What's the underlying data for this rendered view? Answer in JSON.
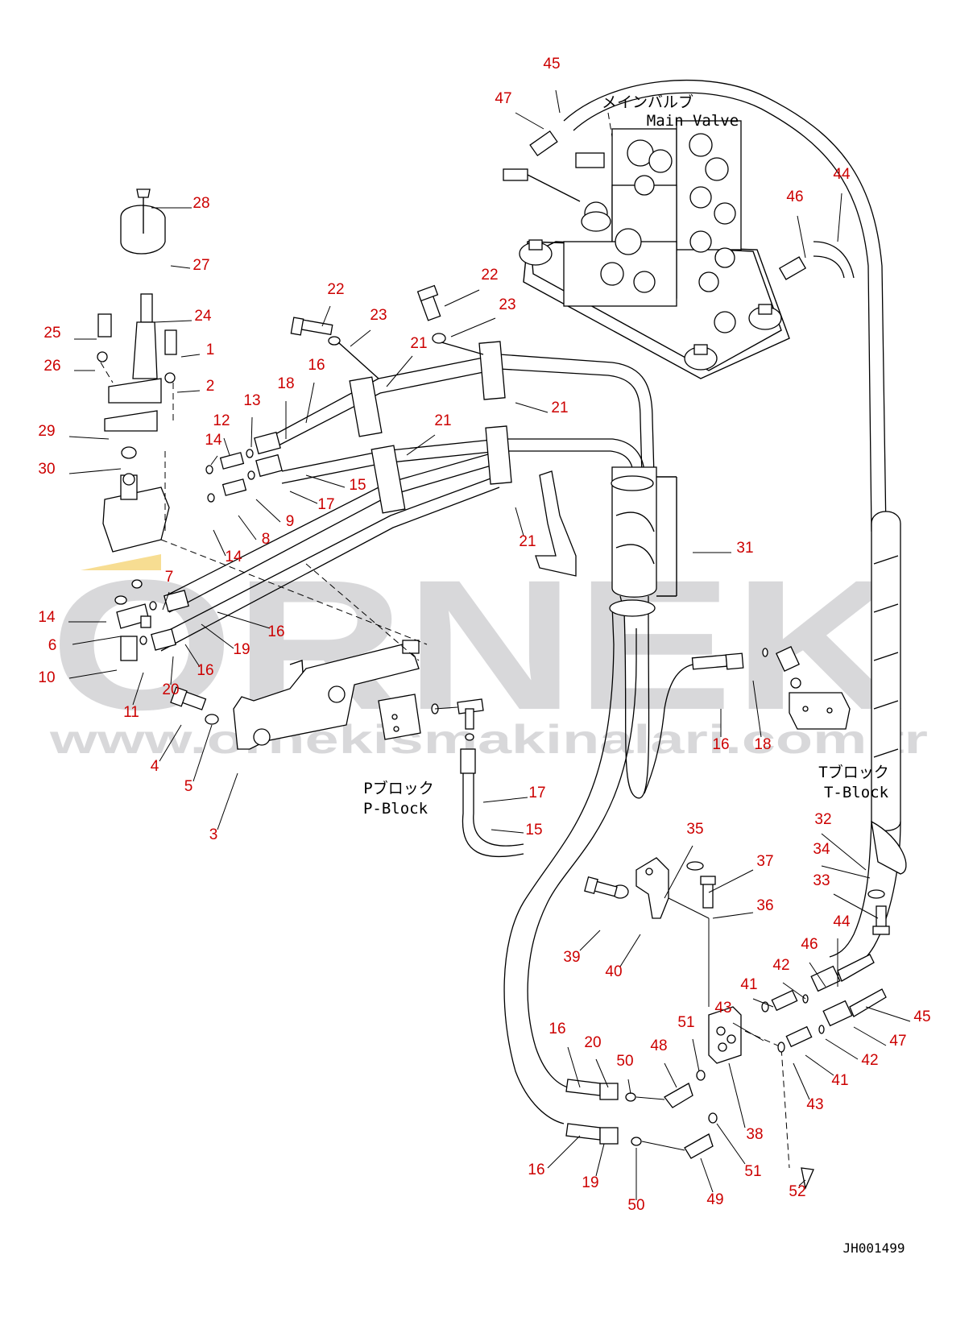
{
  "watermark": {
    "brand": "ORNEK",
    "url": "www.ornekismakinalari.com.tr",
    "brand_color": "#b9b9bd",
    "accent_color": "#f2c23a"
  },
  "callout_color": "#cc0000",
  "labels": {
    "main_valve_jp": "メインバルブ",
    "main_valve_en": "Main Valve",
    "p_block_jp": "Pブロック",
    "p_block_en": "P-Block",
    "t_block_jp": "Tブロック",
    "t_block_en": "T-Block",
    "drawing_code": "JH001499"
  },
  "callouts": [
    {
      "id": "c45a",
      "text": "45"
    },
    {
      "id": "c47a",
      "text": "47"
    },
    {
      "id": "c44a",
      "text": "44"
    },
    {
      "id": "c46a",
      "text": "46"
    },
    {
      "id": "c28",
      "text": "28"
    },
    {
      "id": "c27",
      "text": "27"
    },
    {
      "id": "c24",
      "text": "24"
    },
    {
      "id": "c25",
      "text": "25"
    },
    {
      "id": "c1",
      "text": "1"
    },
    {
      "id": "c26",
      "text": "26"
    },
    {
      "id": "c2",
      "text": "2"
    },
    {
      "id": "c29",
      "text": "29"
    },
    {
      "id": "c30",
      "text": "30"
    },
    {
      "id": "c22a",
      "text": "22"
    },
    {
      "id": "c23a",
      "text": "23"
    },
    {
      "id": "c22b",
      "text": "22"
    },
    {
      "id": "c23b",
      "text": "23"
    },
    {
      "id": "c21a",
      "text": "21"
    },
    {
      "id": "c21b",
      "text": "21"
    },
    {
      "id": "c21c",
      "text": "21"
    },
    {
      "id": "c21d",
      "text": "21"
    },
    {
      "id": "c16a",
      "text": "16"
    },
    {
      "id": "c18a",
      "text": "18"
    },
    {
      "id": "c13",
      "text": "13"
    },
    {
      "id": "c12",
      "text": "12"
    },
    {
      "id": "c14a",
      "text": "14"
    },
    {
      "id": "c15a",
      "text": "15"
    },
    {
      "id": "c17a",
      "text": "17"
    },
    {
      "id": "c9",
      "text": "9"
    },
    {
      "id": "c8",
      "text": "8"
    },
    {
      "id": "c14b",
      "text": "14"
    },
    {
      "id": "c31",
      "text": "31"
    },
    {
      "id": "c7",
      "text": "7"
    },
    {
      "id": "c14c",
      "text": "14"
    },
    {
      "id": "c6",
      "text": "6"
    },
    {
      "id": "c10",
      "text": "10"
    },
    {
      "id": "c11",
      "text": "11"
    },
    {
      "id": "c16b",
      "text": "16"
    },
    {
      "id": "c19a",
      "text": "19"
    },
    {
      "id": "c16c",
      "text": "16"
    },
    {
      "id": "c20a",
      "text": "20"
    },
    {
      "id": "c4",
      "text": "4"
    },
    {
      "id": "c5",
      "text": "5"
    },
    {
      "id": "c3",
      "text": "3"
    },
    {
      "id": "c16d",
      "text": "16"
    },
    {
      "id": "c18b",
      "text": "18"
    },
    {
      "id": "c17b",
      "text": "17"
    },
    {
      "id": "c15b",
      "text": "15"
    },
    {
      "id": "c35",
      "text": "35"
    },
    {
      "id": "c37",
      "text": "37"
    },
    {
      "id": "c32",
      "text": "32"
    },
    {
      "id": "c34",
      "text": "34"
    },
    {
      "id": "c33",
      "text": "33"
    },
    {
      "id": "c36",
      "text": "36"
    },
    {
      "id": "c39",
      "text": "39"
    },
    {
      "id": "c40",
      "text": "40"
    },
    {
      "id": "c44b",
      "text": "44"
    },
    {
      "id": "c46b",
      "text": "46"
    },
    {
      "id": "c42a",
      "text": "42"
    },
    {
      "id": "c41a",
      "text": "41"
    },
    {
      "id": "c43a",
      "text": "43"
    },
    {
      "id": "c45b",
      "text": "45"
    },
    {
      "id": "c47b",
      "text": "47"
    },
    {
      "id": "c42b",
      "text": "42"
    },
    {
      "id": "c41b",
      "text": "41"
    },
    {
      "id": "c43b",
      "text": "43"
    },
    {
      "id": "c16e",
      "text": "16"
    },
    {
      "id": "c20b",
      "text": "20"
    },
    {
      "id": "c51a",
      "text": "51"
    },
    {
      "id": "c48",
      "text": "48"
    },
    {
      "id": "c50a",
      "text": "50"
    },
    {
      "id": "c38",
      "text": "38"
    },
    {
      "id": "c51b",
      "text": "51"
    },
    {
      "id": "c16f",
      "text": "16"
    },
    {
      "id": "c19b",
      "text": "19"
    },
    {
      "id": "c50b",
      "text": "50"
    },
    {
      "id": "c49",
      "text": "49"
    },
    {
      "id": "c52",
      "text": "52"
    }
  ]
}
